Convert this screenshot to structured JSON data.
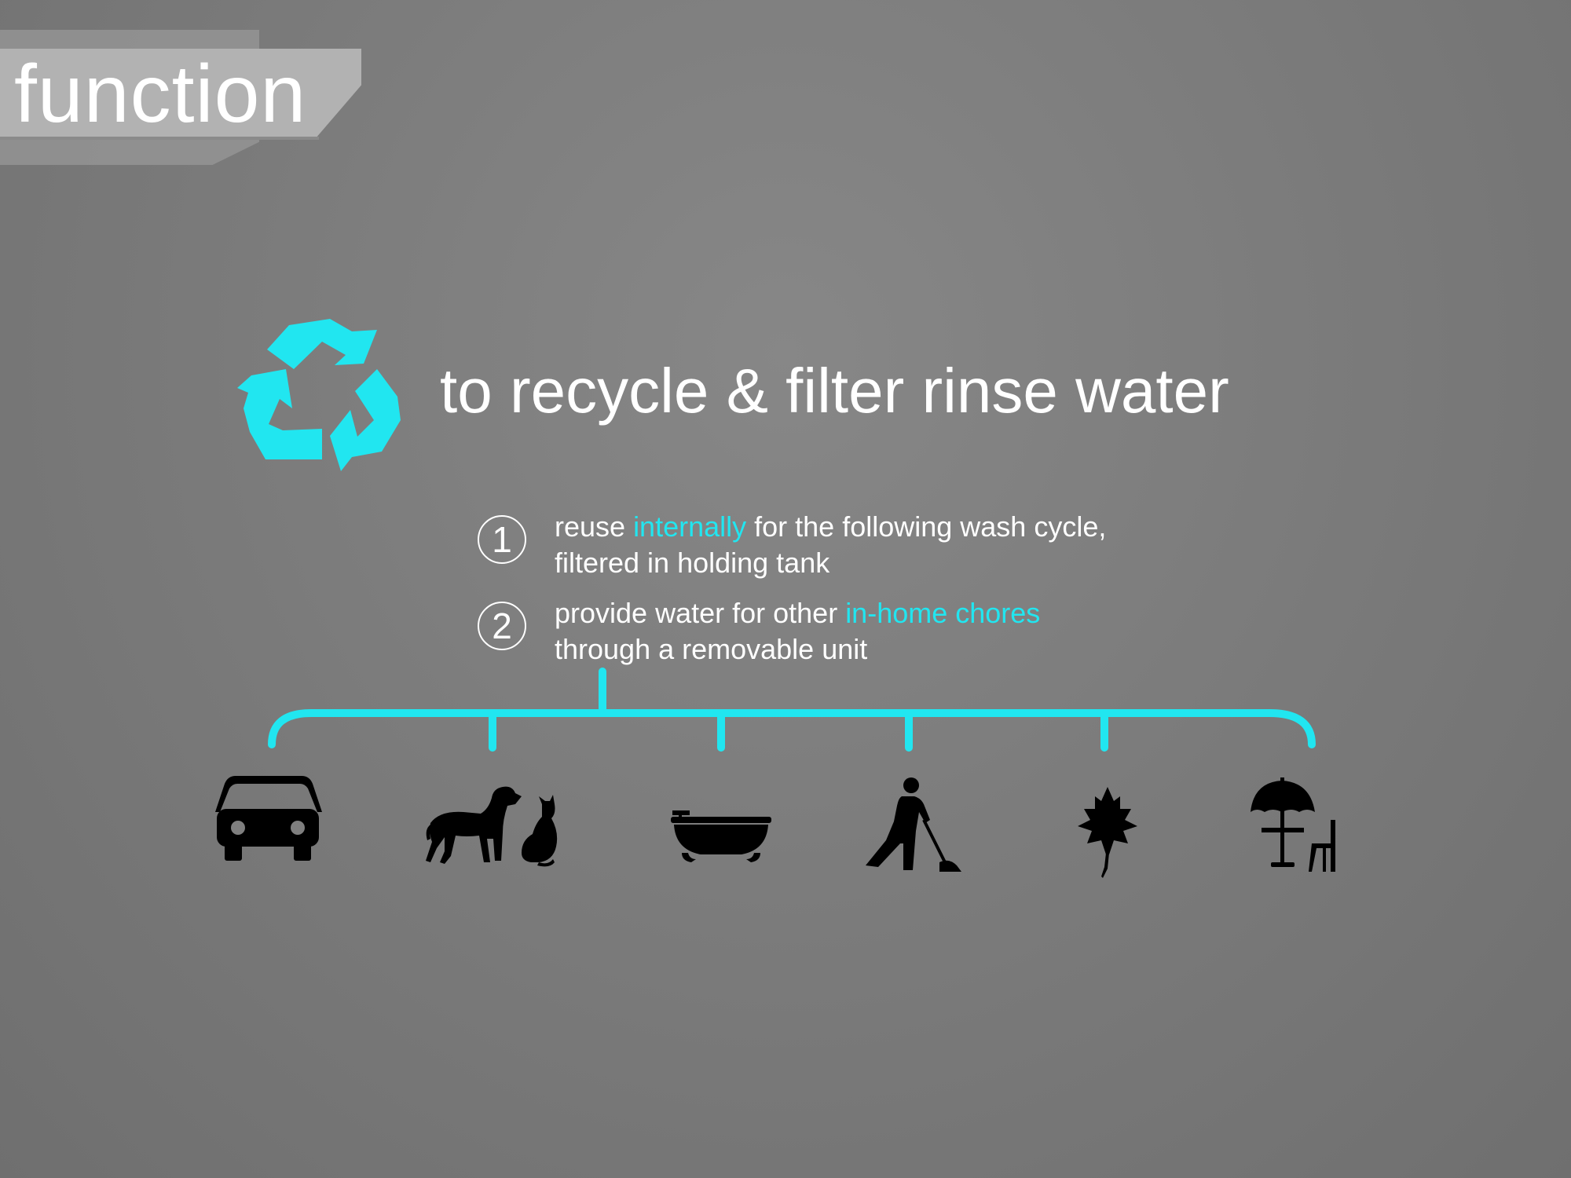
{
  "section_tab": {
    "title": "function"
  },
  "heading": "to recycle & filter rinse water",
  "accent_color": "#21e6f0",
  "items": [
    {
      "number": "1",
      "line1_before": "reuse ",
      "line1_highlight": "internally",
      "line1_after": " for the following wash cycle,",
      "line2": "filtered in holding tank"
    },
    {
      "number": "2",
      "line1_before": "provide water for other ",
      "line1_highlight": "in-home chores",
      "line1_after": "",
      "line2": "through a removable unit"
    }
  ],
  "icons": [
    "recycle-icon",
    "car-icon",
    "dog-and-cat-icon",
    "bathtub-icon",
    "person-mopping-icon",
    "leaf-icon",
    "patio-umbrella-table-icon"
  ]
}
